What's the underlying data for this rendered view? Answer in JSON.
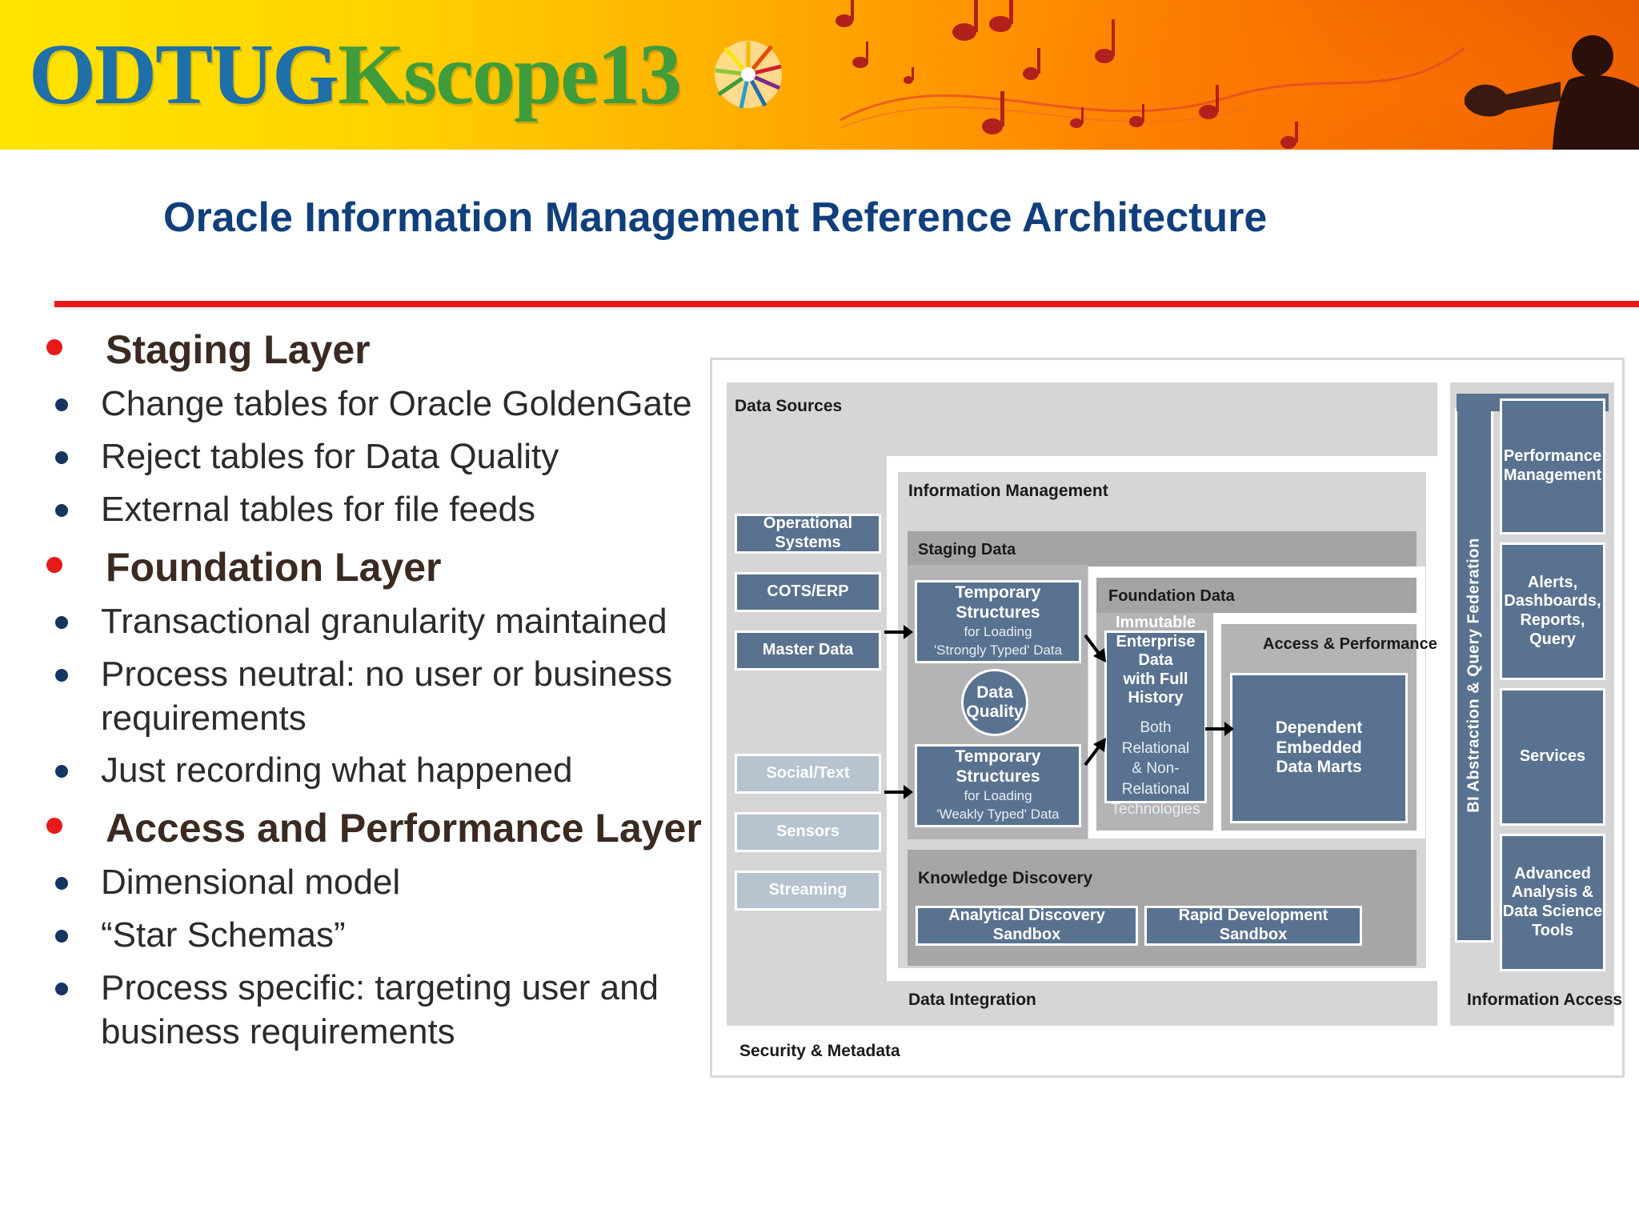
{
  "banner": {
    "logo_odtug": "ODTUG",
    "logo_kscope": "Kscope13"
  },
  "slide": {
    "title": "Oracle Information Management Reference Architecture"
  },
  "bullets": {
    "staging_heading": "Staging Layer",
    "staging_items": [
      "Change tables for Oracle GoldenGate",
      "Reject tables for Data Quality",
      "External tables for file feeds"
    ],
    "foundation_heading": "Foundation Layer",
    "foundation_items": [
      "Transactional granularity maintained",
      "Process neutral: no user or business",
      "requirements",
      "Just recording what happened"
    ],
    "access_heading": "Access and Performance Layer",
    "access_items": [
      "Dimensional model",
      "“Star Schemas”",
      "Process specific: targeting user and",
      "business requirements"
    ]
  },
  "diagram": {
    "data_sources": "Data Sources",
    "sources": [
      "Operational Systems",
      "COTS/ERP",
      "Master Data",
      "Social/Text",
      "Sensors",
      "Streaming"
    ],
    "information_management": "Information Management",
    "staging_data": "Staging Data",
    "temp_strong": {
      "title": "Temporary Structures",
      "line1": "for Loading",
      "line2": "'Strongly Typed' Data"
    },
    "temp_weak": {
      "title": "Temporary Structures",
      "line1": "for Loading",
      "line2": "'Weakly Typed' Data"
    },
    "data_quality": {
      "line1": "Data",
      "line2": "Quality"
    },
    "foundation_data": "Foundation Data",
    "immutable": {
      "line1": "Immutable",
      "line2": "Enterprise Data",
      "line3": "with Full History",
      "sub1": "Both Relational",
      "sub2": "& Non-Relational",
      "sub3": "Technologies"
    },
    "access_performance": "Access & Performance",
    "dependent_marts": {
      "line1": "Dependent",
      "line2": "Embedded",
      "line3": "Data Marts"
    },
    "knowledge_discovery": "Knowledge Discovery",
    "analytical_sandbox": "Analytical Discovery Sandbox",
    "rapid_sandbox": "Rapid Development Sandbox",
    "data_integration": "Data Integration",
    "security_metadata": "Security & Metadata",
    "bi_federation": "BI Abstraction & Query Federation",
    "access_tools": [
      {
        "line1": "Performance",
        "line2": "Management"
      },
      {
        "line1": "Alerts,",
        "line2": "Dashboards,",
        "line3": "Reports,",
        "line4": "Query"
      },
      {
        "line1": "Services"
      },
      {
        "line1": "Advanced",
        "line2": "Analysis &",
        "line3": "Data Science",
        "line4": "Tools"
      }
    ],
    "information_access": "Information Access"
  },
  "colors": {
    "title_blue": "#103f7c",
    "rule_red": "#e8191b",
    "box_blue": "#597290",
    "zone_grey": "#d6d6d8"
  }
}
